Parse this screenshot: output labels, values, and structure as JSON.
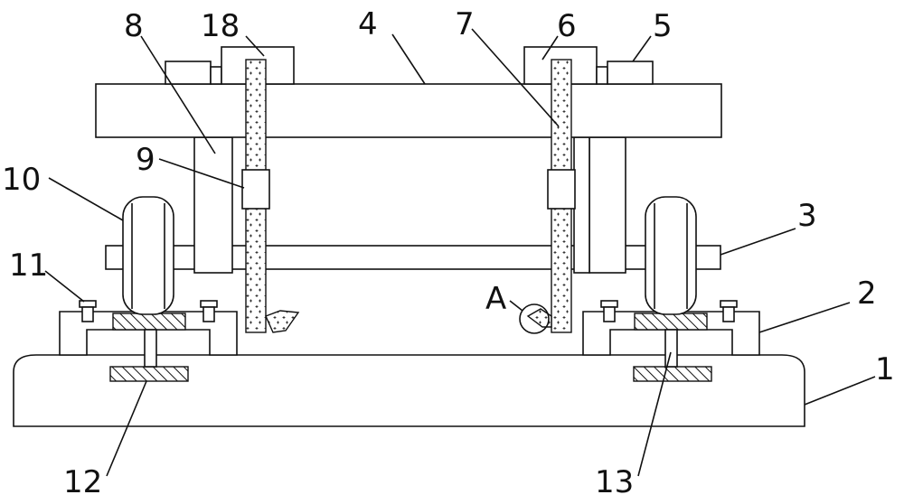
{
  "labels": {
    "l1": "1",
    "l2": "2",
    "l3": "3",
    "l4": "4",
    "l5": "5",
    "l6": "6",
    "l7": "7",
    "l8": "8",
    "l9": "9",
    "l10": "10",
    "l11": "11",
    "l12": "12",
    "l13": "13",
    "l18": "18",
    "lA": "A"
  }
}
